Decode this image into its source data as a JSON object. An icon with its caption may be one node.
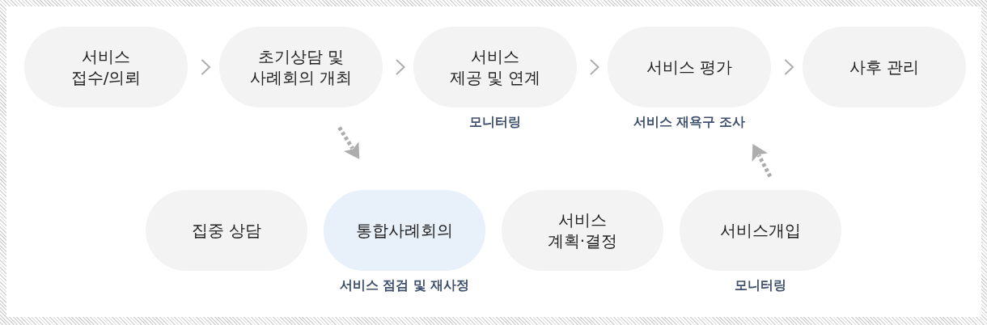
{
  "diagram": {
    "nodes": [
      {
        "text": [
          "서비스 접수/의뢰"
        ]
      },
      {
        "text": [
          "초기상담 및 사례회의 개최"
        ]
      },
      {
        "text": [
          "서비스 제공 및 연계"
        ],
        "beside": [
          "모니터링"
        ]
      },
      {
        "text": [
          "서비스 평가"
        ],
        "beside": [
          "서비스 재욕구 조사"
        ]
      },
      {
        "text": [
          "사후 관리"
        ]
      },
      {
        "text": [
          "집중 상담"
        ]
      },
      {
        "text": [
          "통합사례회의"
        ],
        "beside": [
          "서비스 점검 및 재사정"
        ]
      },
      {
        "text": [
          "서비스 계획·결정"
        ]
      },
      {
        "text": [
          "서비스개입"
        ],
        "beside": [
          "모니터링"
        ]
      }
    ],
    "edges": [
      {
        "from": 0,
        "to": 1,
        "arrow": "to"
      },
      {
        "from": 1,
        "to": 2,
        "arrow": "to"
      },
      {
        "from": 2,
        "to": 3,
        "arrow": "to"
      },
      {
        "from": 3,
        "to": 4,
        "arrow": "to"
      },
      {
        "from": 1,
        "to": 6,
        "arrow": "to",
        "style": "dashed"
      },
      {
        "from": 8,
        "to": 3,
        "arrow": "to",
        "style": "dashed"
      }
    ]
  }
}
